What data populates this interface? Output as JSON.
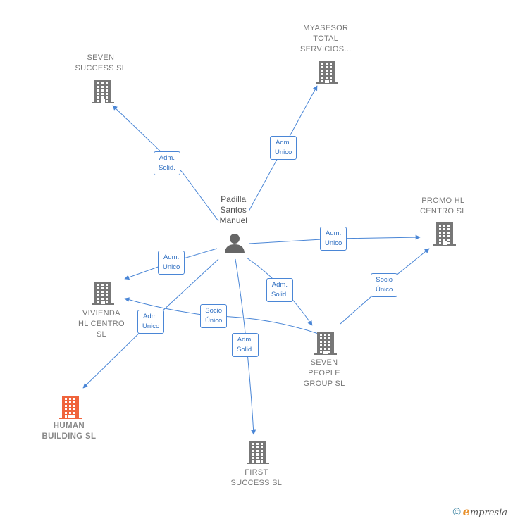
{
  "colors": {
    "edge": "#4a86d6",
    "building": "#777777",
    "highlight": "#f0643c",
    "person": "#666666"
  },
  "person": {
    "lines": [
      "Padilla",
      "Santos",
      "Manuel"
    ],
    "icon": "person-icon"
  },
  "companies": [
    {
      "id": "seven-success",
      "lines": [
        "SEVEN",
        "SUCCESS  SL"
      ],
      "icon": "building-icon"
    },
    {
      "id": "myasesor",
      "lines": [
        "MYASESOR",
        "TOTAL",
        "SERVICIOS..."
      ],
      "icon": "building-icon"
    },
    {
      "id": "promo-hl",
      "lines": [
        "PROMO HL",
        "CENTRO  SL"
      ],
      "icon": "building-icon"
    },
    {
      "id": "vivienda-hl",
      "lines": [
        "VIVIENDA",
        "HL CENTRO",
        "SL"
      ],
      "icon": "building-icon"
    },
    {
      "id": "seven-people",
      "lines": [
        "SEVEN",
        "PEOPLE",
        "GROUP  SL"
      ],
      "icon": "building-icon"
    },
    {
      "id": "human-building",
      "lines": [
        "HUMAN",
        "BUILDING  SL"
      ],
      "icon": "building-icon",
      "highlight": true
    },
    {
      "id": "first-success",
      "lines": [
        "FIRST",
        "SUCCESS  SL"
      ],
      "icon": "building-icon"
    }
  ],
  "edges": [
    {
      "id": "e1",
      "from": "person",
      "to": "seven-success",
      "lines": [
        "Adm.",
        "Solid."
      ]
    },
    {
      "id": "e2",
      "from": "person",
      "to": "myasesor",
      "lines": [
        "Adm.",
        "Unico"
      ]
    },
    {
      "id": "e3",
      "from": "person",
      "to": "promo-hl",
      "lines": [
        "Adm.",
        "Unico"
      ]
    },
    {
      "id": "e4",
      "from": "person",
      "to": "vivienda-hl",
      "lines": [
        "Adm.",
        "Unico"
      ]
    },
    {
      "id": "e5",
      "from": "person",
      "to": "seven-people",
      "lines": [
        "Adm.",
        "Solid."
      ]
    },
    {
      "id": "e6",
      "from": "person",
      "to": "human-building",
      "lines": [
        "Adm.",
        "Unico"
      ]
    },
    {
      "id": "e7",
      "from": "person",
      "to": "first-success",
      "lines": [
        "Adm.",
        "Solid."
      ]
    },
    {
      "id": "e8",
      "from": "seven-people",
      "to": "promo-hl",
      "lines": [
        "Socio",
        "Único"
      ]
    },
    {
      "id": "e9",
      "from": "seven-people",
      "to": "vivienda-hl",
      "lines": [
        "Socio",
        "Único"
      ]
    }
  ],
  "footer": {
    "symbol": "©",
    "brand_initial": "e",
    "brand_rest": "mpresia"
  }
}
